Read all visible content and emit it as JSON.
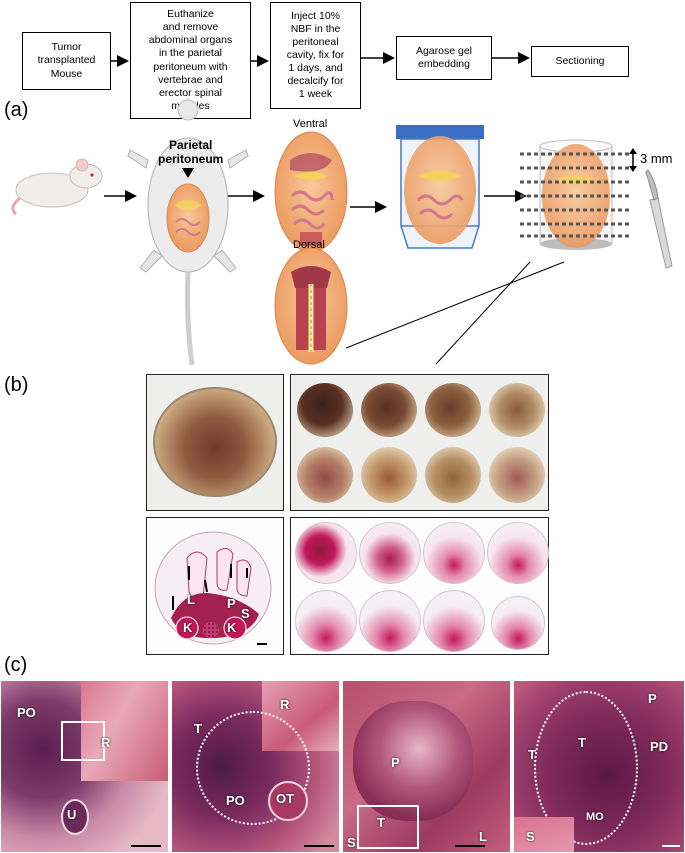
{
  "flowchart": {
    "steps": [
      "Tumor\ntransplanted\nMouse",
      "Euthanize\nand remove\nabdominal organs\nin the parietal\nperitoneum with\nvertebrae and\nerector spinal\nmuscles",
      "Inject 10%\nNBF in the\nperitoneal\ncavity, fix for\n1 days, and\ndecalcify for\n1 week",
      "Agarose gel\nembedding",
      "Sectioning"
    ]
  },
  "panel_a": {
    "label": "(a)",
    "parietal_label": "Parietal\nperitoneum",
    "ventral_label": "Ventral",
    "dorsal_label": "Dorsal",
    "slice_thickness": "3 mm"
  },
  "panel_b": {
    "label": "(b)",
    "he_labels": [
      "L",
      "P",
      "S",
      "K",
      "K"
    ]
  },
  "panel_c": {
    "label": "(c)",
    "micro1_labels": [
      "PO",
      "R",
      "U"
    ],
    "micro2_labels": [
      "T",
      "R",
      "PO",
      "OT"
    ],
    "micro3_labels": [
      "P",
      "T",
      "S",
      "L"
    ],
    "micro4_labels": [
      "P",
      "T",
      "T",
      "PD",
      "MO",
      "S"
    ]
  },
  "colors": {
    "organ_fill": "#f2a873",
    "he_pink": "#c2185b",
    "he_tissue": "#a3214f",
    "gel_cap": "#3a6fc4",
    "photo_bg": "#f0efe9"
  }
}
